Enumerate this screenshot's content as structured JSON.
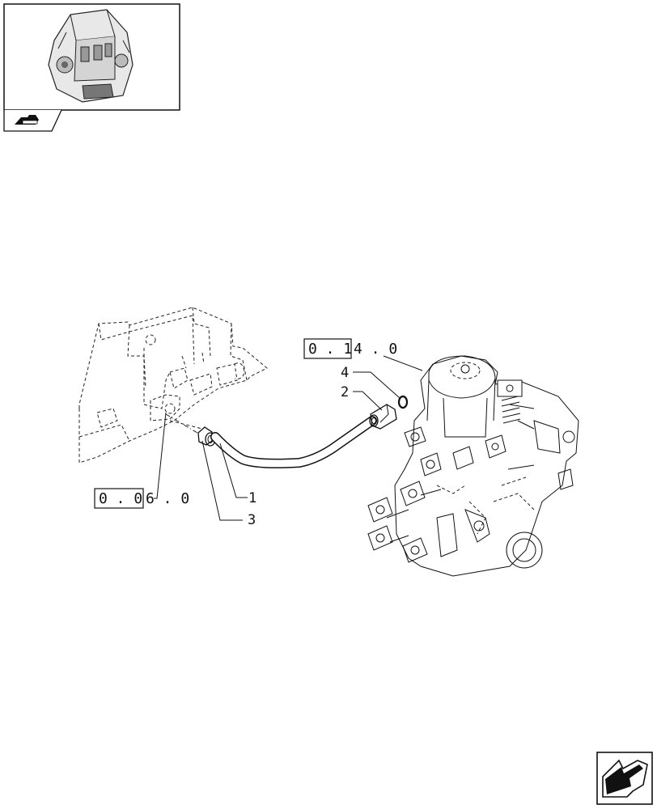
{
  "callouts": {
    "c1": "1",
    "c2": "2",
    "c3": "3",
    "c4": "4"
  },
  "references": {
    "ref_upper": {
      "boxed": "0 . 1",
      "rest": "4 . 0"
    },
    "ref_lower": {
      "boxed": "0 . 0",
      "rest": "6 . 0"
    }
  },
  "icons": {
    "thumbnail": "engine-thumbnail-icon",
    "section_tab": "section-tab-icon",
    "nav": "next-page-arrow-icon"
  }
}
